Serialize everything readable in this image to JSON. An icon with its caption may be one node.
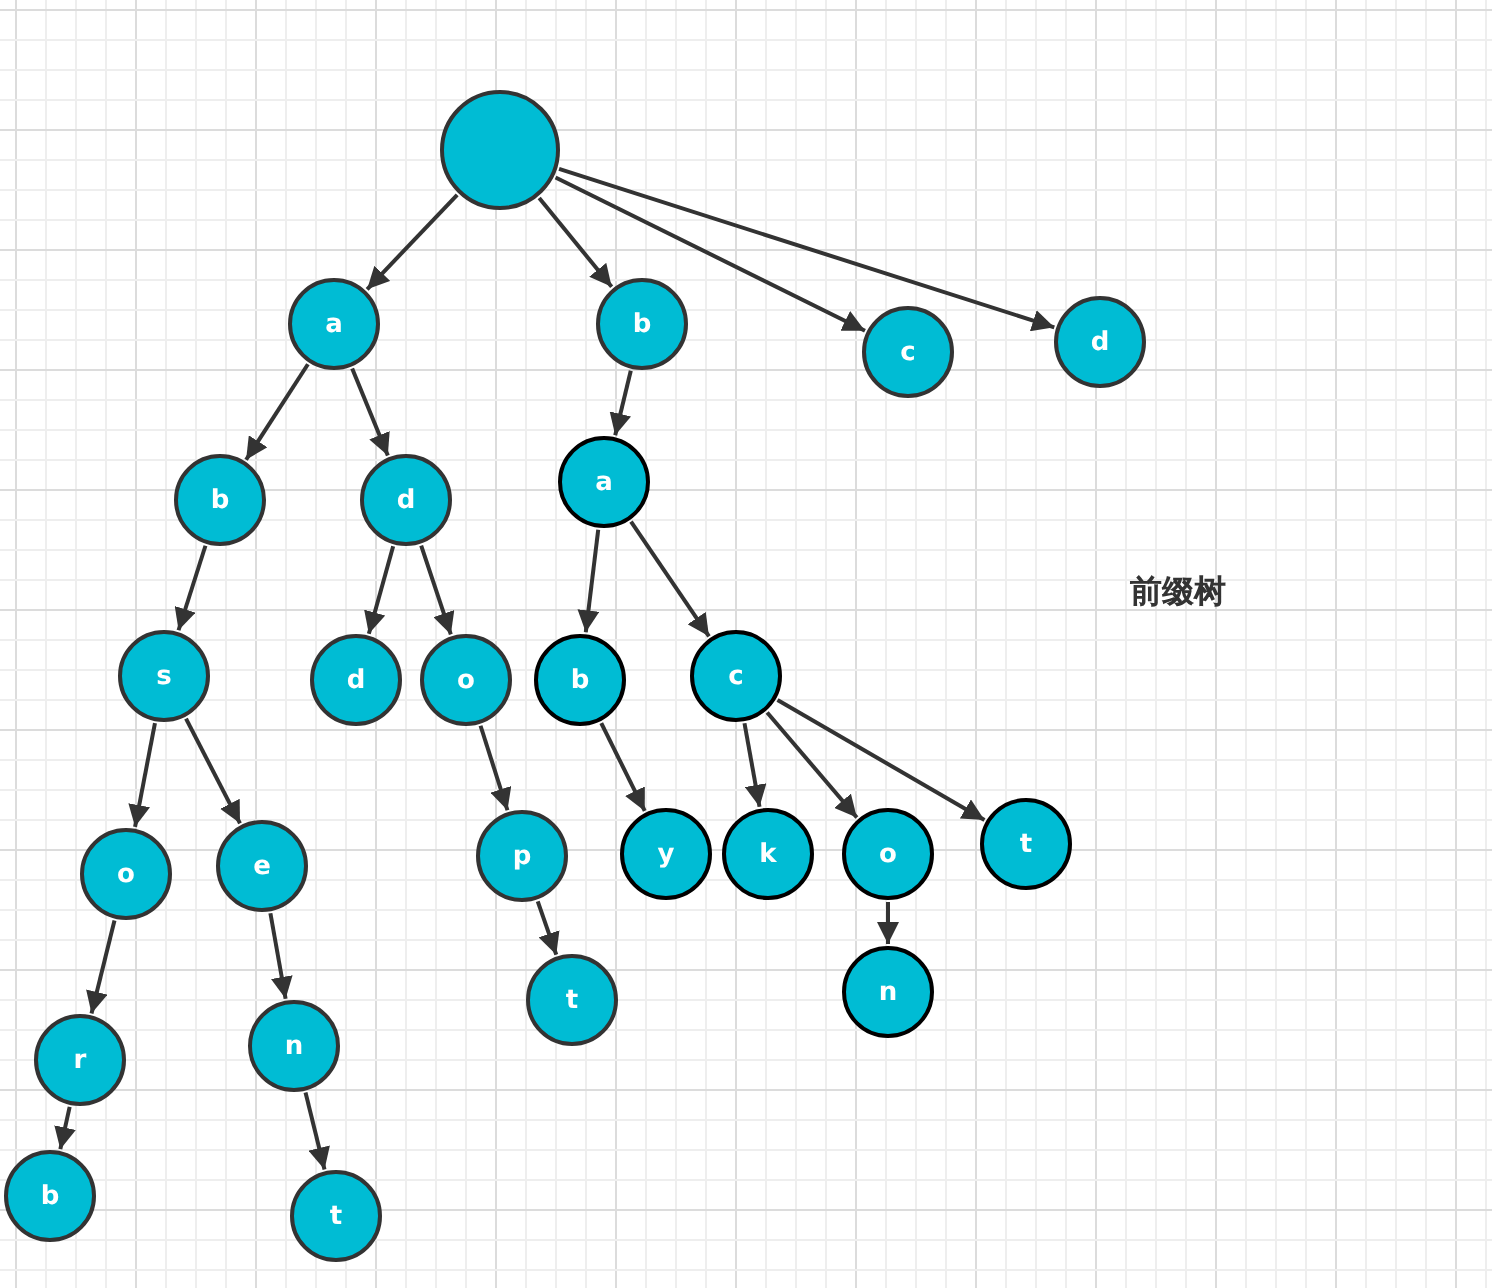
{
  "diagram": {
    "nodes": [
      {
        "text": [],
        "shape": "circle"
      },
      {
        "text": [
          "a"
        ]
      },
      {
        "text": [
          "b"
        ]
      },
      {
        "text": [
          "c"
        ]
      },
      {
        "text": [
          "d"
        ]
      },
      {
        "text": [
          "b"
        ]
      },
      {
        "text": [
          "d"
        ]
      },
      {
        "text": [
          "a"
        ]
      },
      {
        "text": [
          "s"
        ]
      },
      {
        "text": [
          "d"
        ]
      },
      {
        "text": [
          "o"
        ]
      },
      {
        "text": [
          "b"
        ]
      },
      {
        "text": [
          "c"
        ]
      },
      {
        "text": [
          "o"
        ]
      },
      {
        "text": [
          "e"
        ]
      },
      {
        "text": [
          "p"
        ]
      },
      {
        "text": [
          "y"
        ]
      },
      {
        "text": [
          "k"
        ]
      },
      {
        "text": [
          "o"
        ]
      },
      {
        "text": [
          "t"
        ]
      },
      {
        "text": [
          "r"
        ]
      },
      {
        "text": [
          "n"
        ]
      },
      {
        "text": [
          "t"
        ]
      },
      {
        "text": [
          "n"
        ]
      },
      {
        "text": [
          "b"
        ]
      },
      {
        "text": [
          "t"
        ]
      }
    ],
    "edges": [
      {
        "from": 0,
        "to": 1,
        "arrow": "to"
      },
      {
        "from": 0,
        "to": 2,
        "arrow": "to"
      },
      {
        "from": 0,
        "to": 3,
        "arrow": "to"
      },
      {
        "from": 0,
        "to": 4,
        "arrow": "to"
      },
      {
        "from": 1,
        "to": 5,
        "arrow": "to"
      },
      {
        "from": 1,
        "to": 6,
        "arrow": "to"
      },
      {
        "from": 2,
        "to": 7,
        "arrow": "to"
      },
      {
        "from": 5,
        "to": 8,
        "arrow": "to"
      },
      {
        "from": 6,
        "to": 9,
        "arrow": "to"
      },
      {
        "from": 6,
        "to": 10,
        "arrow": "to"
      },
      {
        "from": 7,
        "to": 11,
        "arrow": "to"
      },
      {
        "from": 7,
        "to": 12,
        "arrow": "to"
      },
      {
        "from": 8,
        "to": 13,
        "arrow": "to"
      },
      {
        "from": 8,
        "to": 14,
        "arrow": "to"
      },
      {
        "from": 10,
        "to": 15,
        "arrow": "to"
      },
      {
        "from": 11,
        "to": 16,
        "arrow": "to"
      },
      {
        "from": 12,
        "to": 17,
        "arrow": "to"
      },
      {
        "from": 12,
        "to": 18,
        "arrow": "to"
      },
      {
        "from": 12,
        "to": 19,
        "arrow": "to"
      },
      {
        "from": 13,
        "to": 20,
        "arrow": "to"
      },
      {
        "from": 14,
        "to": 21,
        "arrow": "to"
      },
      {
        "from": 15,
        "to": 22,
        "arrow": "to"
      },
      {
        "from": 18,
        "to": 23,
        "arrow": "to"
      },
      {
        "from": 20,
        "to": 24,
        "arrow": "to"
      },
      {
        "from": 21,
        "to": 25,
        "arrow": "to"
      }
    ],
    "labels": [
      "前缀树"
    ]
  }
}
